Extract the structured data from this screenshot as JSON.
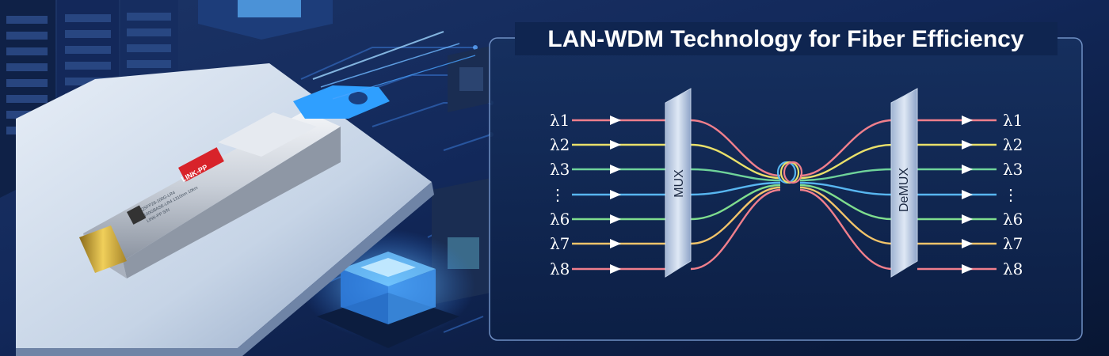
{
  "banner": {
    "title": "LAN-WDM Technology for Fiber Efficiency"
  },
  "module": {
    "brand_label": "LINK-PP",
    "sticker_lines": [
      "QSFP28-100G-LR4",
      "100GBASE-LR4 1310nm 10km",
      "LINK-PP  S/N"
    ]
  },
  "diagram": {
    "mux_label": "MUX",
    "demux_label": "DeMUX",
    "input_wavelengths": [
      "λ1",
      "λ2",
      "λ3",
      "⋮",
      "λ6",
      "λ7",
      "λ8"
    ],
    "output_wavelengths": [
      "λ1",
      "λ2",
      "λ3",
      "⋮",
      "λ6",
      "λ7",
      "λ8"
    ],
    "channel_colors": [
      "#f07f8c",
      "#e9e06a",
      "#6fd39a",
      "#58b6f0",
      "#7fdd8e",
      "#f2c46a",
      "#f07f8c"
    ],
    "accent_color": "#2fa7ff"
  }
}
